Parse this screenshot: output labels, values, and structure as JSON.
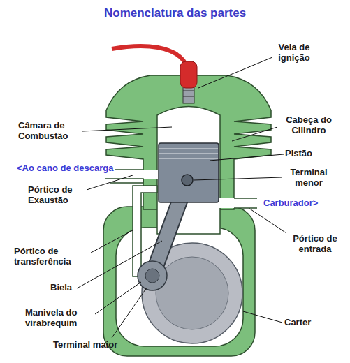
{
  "diagram": {
    "title": "Nomenclatura das partes",
    "labels": [
      "Vela de ignição",
      "Câmara de Combustão",
      "Cabeça do Cilindro",
      "Pistão",
      "<Ao cano de descarga",
      "Terminal menor",
      "Pórtico de Exaustão",
      "Carburador>",
      "Pórtico de transferência",
      "Pórtico de entrada",
      "Biela",
      "Manivela do virabrequim",
      "Carter",
      "Terminal maior"
    ]
  }
}
